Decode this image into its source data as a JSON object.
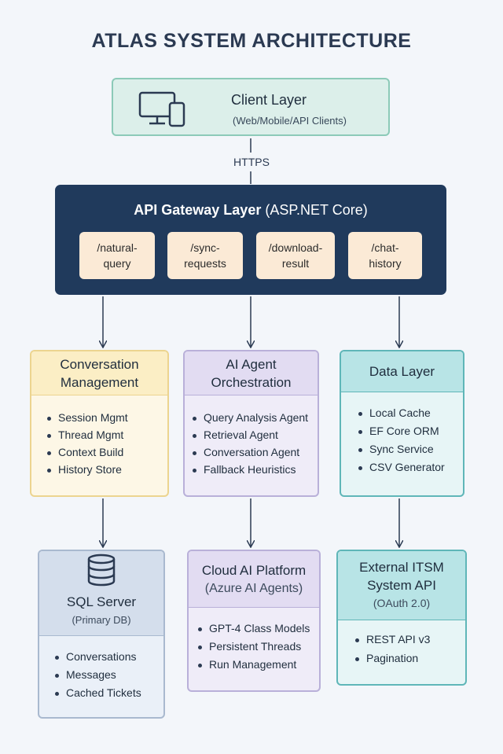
{
  "title": "ATLAS SYSTEM ARCHITECTURE",
  "client": {
    "title": "Client Layer",
    "subtitle": "(Web/Mobile/API Clients)"
  },
  "connector_label": "HTTPS",
  "gateway": {
    "title_bold": "API Gateway Layer",
    "title_rest": " (ASP.NET Core)",
    "endpoints": [
      {
        "line1": "/natural-",
        "line2": "query"
      },
      {
        "line1": "/sync-",
        "line2": "requests"
      },
      {
        "line1": "/download-",
        "line2": "result"
      },
      {
        "line1": "/chat-",
        "line2": "history"
      }
    ]
  },
  "conversation": {
    "title_line1": "Conversation",
    "title_line2": "Management",
    "items": [
      "Session Mgmt",
      "Thread Mgmt",
      "Context Build",
      "History Store"
    ]
  },
  "ai_agent": {
    "title_line1": "AI Agent",
    "title_line2": "Orchestration",
    "items": [
      "Query Analysis Agent",
      "Retrieval Agent",
      "Conversation Agent",
      "Fallback Heuristics"
    ]
  },
  "data_layer": {
    "title": "Data Layer",
    "items": [
      "Local Cache",
      "EF Core ORM",
      "Sync Service",
      "CSV Generator"
    ]
  },
  "sql": {
    "title": "SQL Server",
    "subtitle": "(Primary DB)",
    "items": [
      "Conversations",
      "Messages",
      "Cached Tickets"
    ]
  },
  "cloud": {
    "title": "Cloud AI Platform",
    "subtitle": "(Azure AI Agents)",
    "items": [
      "GPT-4 Class Models",
      "Persistent Threads",
      "Run Management"
    ]
  },
  "itsm": {
    "title_line1": "External ITSM",
    "title_line2": "System API",
    "subtitle": "(OAuth 2.0)",
    "items": [
      "REST API v3",
      "Pagination"
    ]
  },
  "colors": {
    "gateway": "#203a5c",
    "endpoint": "#fbead6",
    "client": "#dcefea",
    "conversation": "#fbeec5",
    "ai": "#e2dcf2",
    "data": "#b8e4e6",
    "sql": "#d4deec"
  },
  "icons": [
    "desktop-mobile-icon",
    "database-icon"
  ]
}
